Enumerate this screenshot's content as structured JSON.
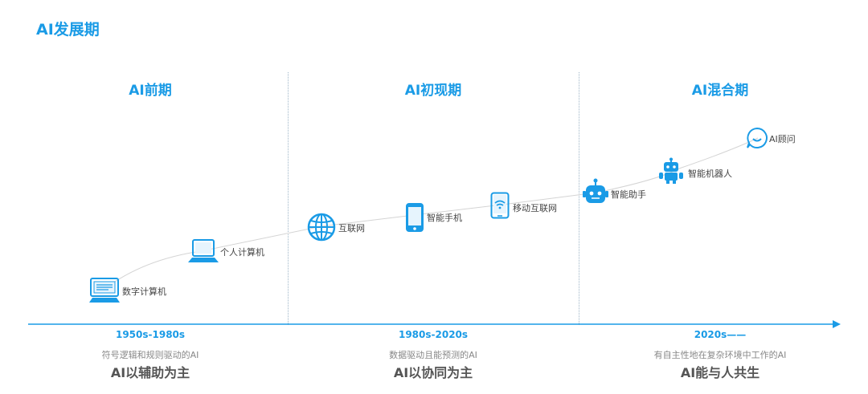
{
  "title": "AI发展期",
  "phases": [
    {
      "title": "AI前期",
      "era": "1950s-1980s",
      "description": "符号逻辑和规则驱动的AI",
      "summary": "AI以辅助为主"
    },
    {
      "title": "AI初现期",
      "era": "1980s-2020s",
      "description": "数据驱动且能预测的AI",
      "summary": "AI以协同为主"
    },
    {
      "title": "AI混合期",
      "era": "2020s——",
      "description": "有自主性地在复杂环境中工作的AI",
      "summary": "AI能与人共生"
    }
  ],
  "technologies": [
    {
      "label": "数字计算机",
      "icon": "monitor-icon"
    },
    {
      "label": "个人计算机",
      "icon": "laptop-icon"
    },
    {
      "label": "互联网",
      "icon": "globe-icon"
    },
    {
      "label": "智能手机",
      "icon": "smartphone-icon"
    },
    {
      "label": "移动互联网",
      "icon": "wifi-phone-icon"
    },
    {
      "label": "智能助手",
      "icon": "robot-head-icon"
    },
    {
      "label": "智能机器人",
      "icon": "robot-icon"
    },
    {
      "label": "AI顾问",
      "icon": "chat-bubble-icon"
    }
  ],
  "colors": {
    "accent": "#1a9be6",
    "text": "#444444",
    "muted": "#888888"
  }
}
